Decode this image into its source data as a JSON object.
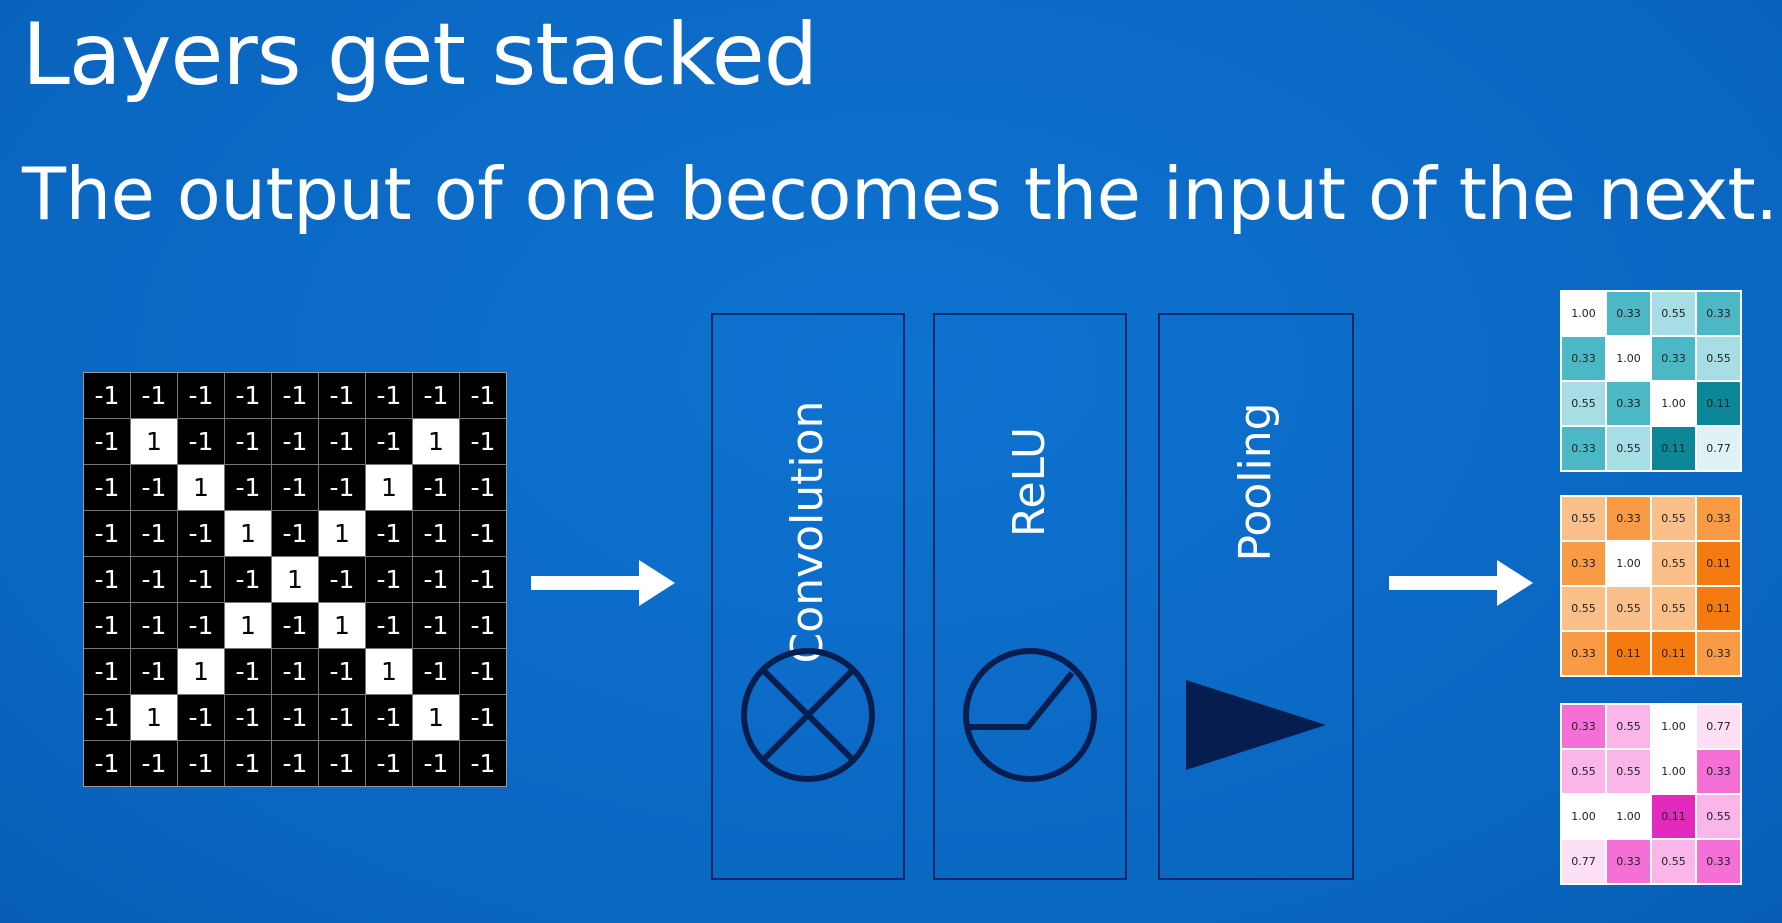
{
  "slide": {
    "title": "Layers get stacked",
    "subtitle": "The output of one becomes the input of the next."
  },
  "input_grid": [
    [
      "-1",
      "-1",
      "-1",
      "-1",
      "-1",
      "-1",
      "-1",
      "-1",
      "-1"
    ],
    [
      "-1",
      "1",
      "-1",
      "-1",
      "-1",
      "-1",
      "-1",
      "1",
      "-1"
    ],
    [
      "-1",
      "-1",
      "1",
      "-1",
      "-1",
      "-1",
      "1",
      "-1",
      "-1"
    ],
    [
      "-1",
      "-1",
      "-1",
      "1",
      "-1",
      "1",
      "-1",
      "-1",
      "-1"
    ],
    [
      "-1",
      "-1",
      "-1",
      "-1",
      "1",
      "-1",
      "-1",
      "-1",
      "-1"
    ],
    [
      "-1",
      "-1",
      "-1",
      "1",
      "-1",
      "1",
      "-1",
      "-1",
      "-1"
    ],
    [
      "-1",
      "-1",
      "1",
      "-1",
      "-1",
      "-1",
      "1",
      "-1",
      "-1"
    ],
    [
      "-1",
      "1",
      "-1",
      "-1",
      "-1",
      "-1",
      "-1",
      "1",
      "-1"
    ],
    [
      "-1",
      "-1",
      "-1",
      "-1",
      "-1",
      "-1",
      "-1",
      "-1",
      "-1"
    ]
  ],
  "layers": [
    {
      "label": "Convolution",
      "icon": "convolution-circle-x-icon"
    },
    {
      "label": "ReLU",
      "icon": "relu-curve-icon"
    },
    {
      "label": "Pooling",
      "icon": "pooling-triangle-icon"
    }
  ],
  "output_maps": [
    {
      "name": "teal",
      "palette": {
        "1.00": "#ffffff",
        "0.77": "#dff3f6",
        "0.55": "#a7dde4",
        "0.33": "#4cb8c6",
        "0.11": "#0b8797"
      },
      "rows": [
        [
          "1.00",
          "0.33",
          "0.55",
          "0.33"
        ],
        [
          "0.33",
          "1.00",
          "0.33",
          "0.55"
        ],
        [
          "0.55",
          "0.33",
          "1.00",
          "0.11"
        ],
        [
          "0.33",
          "0.55",
          "0.11",
          "0.77"
        ]
      ]
    },
    {
      "name": "orange",
      "palette": {
        "1.00": "#ffffff",
        "0.77": "#fde2c8",
        "0.55": "#fbc08a",
        "0.33": "#f99a45",
        "0.11": "#f57a10"
      },
      "rows": [
        [
          "0.55",
          "0.33",
          "0.55",
          "0.33"
        ],
        [
          "0.33",
          "1.00",
          "0.55",
          "0.11"
        ],
        [
          "0.55",
          "0.55",
          "0.55",
          "0.11"
        ],
        [
          "0.33",
          "0.11",
          "0.11",
          "0.33"
        ]
      ]
    },
    {
      "name": "pink",
      "palette": {
        "1.00": "#ffffff",
        "0.77": "#fde0f5",
        "0.55": "#fab6e9",
        "0.33": "#f470d6",
        "0.11": "#e22bbd"
      },
      "rows": [
        [
          "0.33",
          "0.55",
          "1.00",
          "0.77"
        ],
        [
          "0.55",
          "0.55",
          "1.00",
          "0.33"
        ],
        [
          "1.00",
          "1.00",
          "0.11",
          "0.55"
        ],
        [
          "0.77",
          "0.33",
          "0.55",
          "0.33"
        ]
      ]
    }
  ],
  "colors": {
    "background": "#0b6cc8",
    "box_border": "#0a2a66",
    "icon": "#061d4f",
    "arrow": "#ffffff"
  }
}
